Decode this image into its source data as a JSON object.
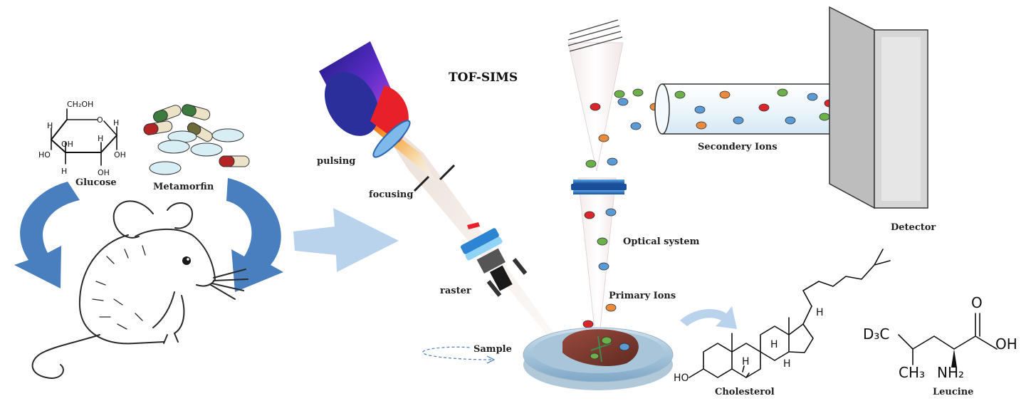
{
  "title": "TOF-SIMS",
  "labels": {
    "glucose": "Glucose",
    "metamorfin": "Metamorfin",
    "pulsing": "pulsing",
    "focusing": "focusing",
    "raster": "raster",
    "sample": "Sample",
    "secondary_ions": "Secondery Ions",
    "detector": "Detector",
    "optical_system": "Optical system",
    "primary_ions": "Primary Ions",
    "cholesterol": "Cholesterol",
    "leucine": "Leucine"
  },
  "glucose_atoms": {
    "ch2oh": "CH₂OH",
    "o": "O",
    "h": "H",
    "ho": "HO",
    "oh": "OH"
  },
  "cholesterol_atoms": {
    "h": "H",
    "ho": "HO"
  },
  "leucine_atoms": {
    "d3c": "D₃C",
    "ch3": "CH₃",
    "nh2": "NH₂",
    "o": "O",
    "oh": "OH"
  },
  "colors": {
    "arrow_blue": "#4a7fbf",
    "arrow_light": "#b9d3ec",
    "ion_red": "#d9262b",
    "ion_green": "#6cb04a",
    "ion_blue": "#5b9bd5",
    "ion_orange": "#e98a3d",
    "detector_gray": "#d6d6d6"
  }
}
